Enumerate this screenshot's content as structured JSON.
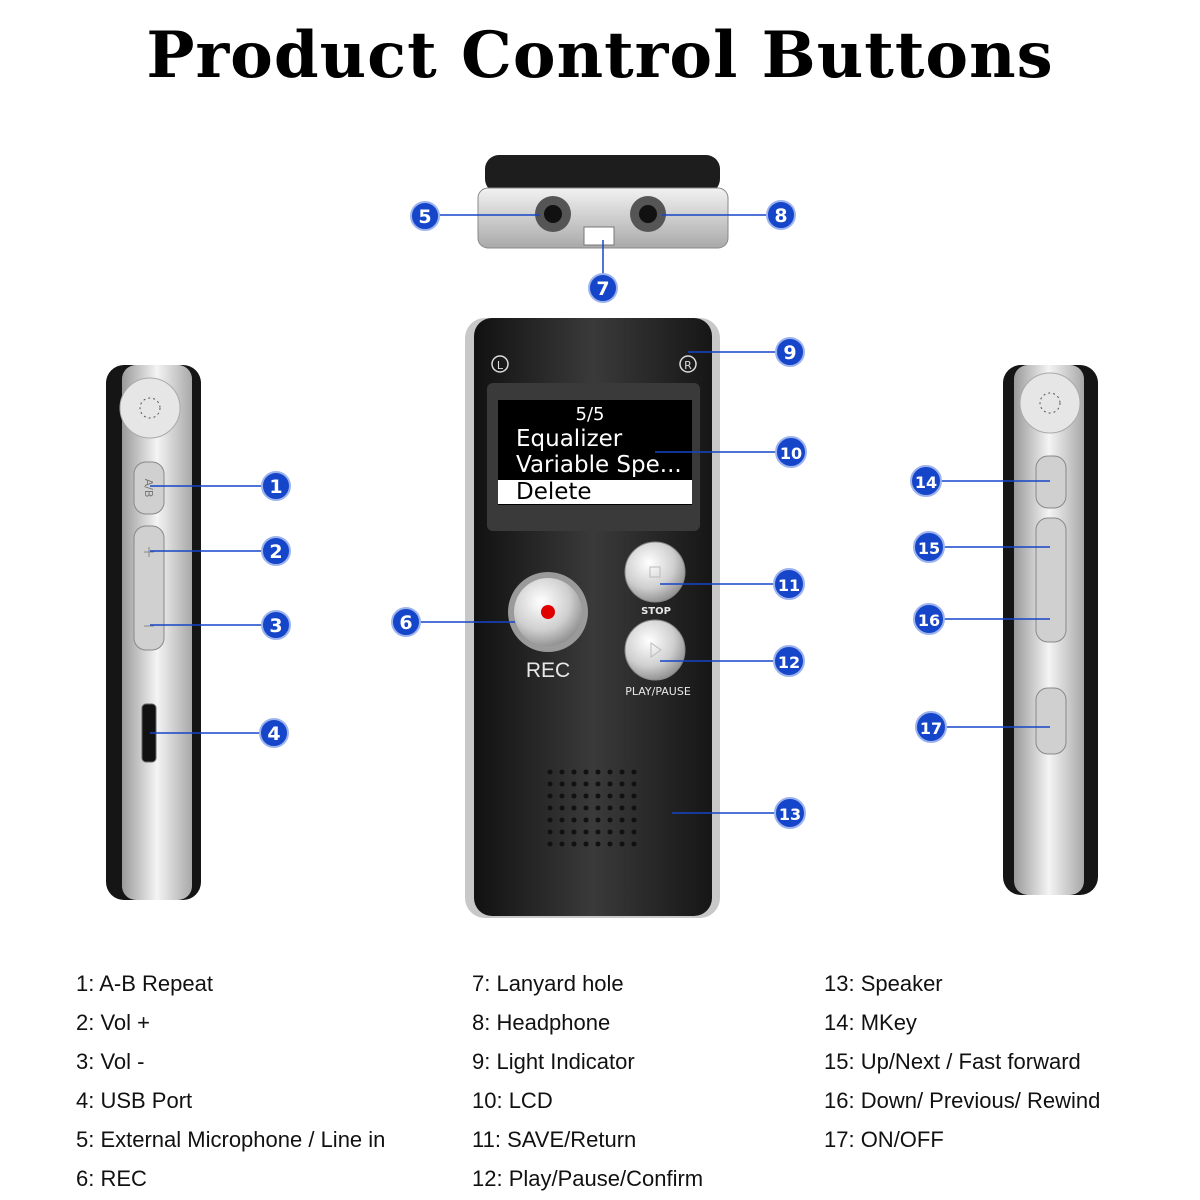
{
  "title": "Product Control Buttons",
  "device": {
    "lcd_lines": [
      "5/5",
      "Equalizer",
      "Variable Spe...",
      "Delete"
    ],
    "rec_label": "REC",
    "stop_label": "STOP",
    "play_label": "PLAY/PAUSE",
    "left_indicator": "L",
    "right_indicator": "R",
    "side_ab_label": "A/B"
  },
  "callouts": [
    "1",
    "2",
    "3",
    "4",
    "5",
    "6",
    "7",
    "8",
    "9",
    "10",
    "11",
    "12",
    "13",
    "14",
    "15",
    "16",
    "17"
  ],
  "legend": {
    "col1": [
      "1: A-B Repeat",
      "2: Vol +",
      "3: Vol -",
      "4: USB Port",
      "5: External Microphone / Line in",
      "6: REC"
    ],
    "col2": [
      "7: Lanyard hole",
      "8: Headphone",
      "9: Light Indicator",
      "10: LCD",
      "11: SAVE/Return",
      "12: Play/Pause/Confirm"
    ],
    "col3": [
      "13: Speaker",
      "14: MKey",
      "15: Up/Next / Fast forward",
      "16: Down/ Previous/ Rewind",
      "17: ON/OFF"
    ]
  },
  "colors": {
    "callout": "#1545c8",
    "body": "#2a2a2a",
    "silver": "#d9d9d9"
  }
}
